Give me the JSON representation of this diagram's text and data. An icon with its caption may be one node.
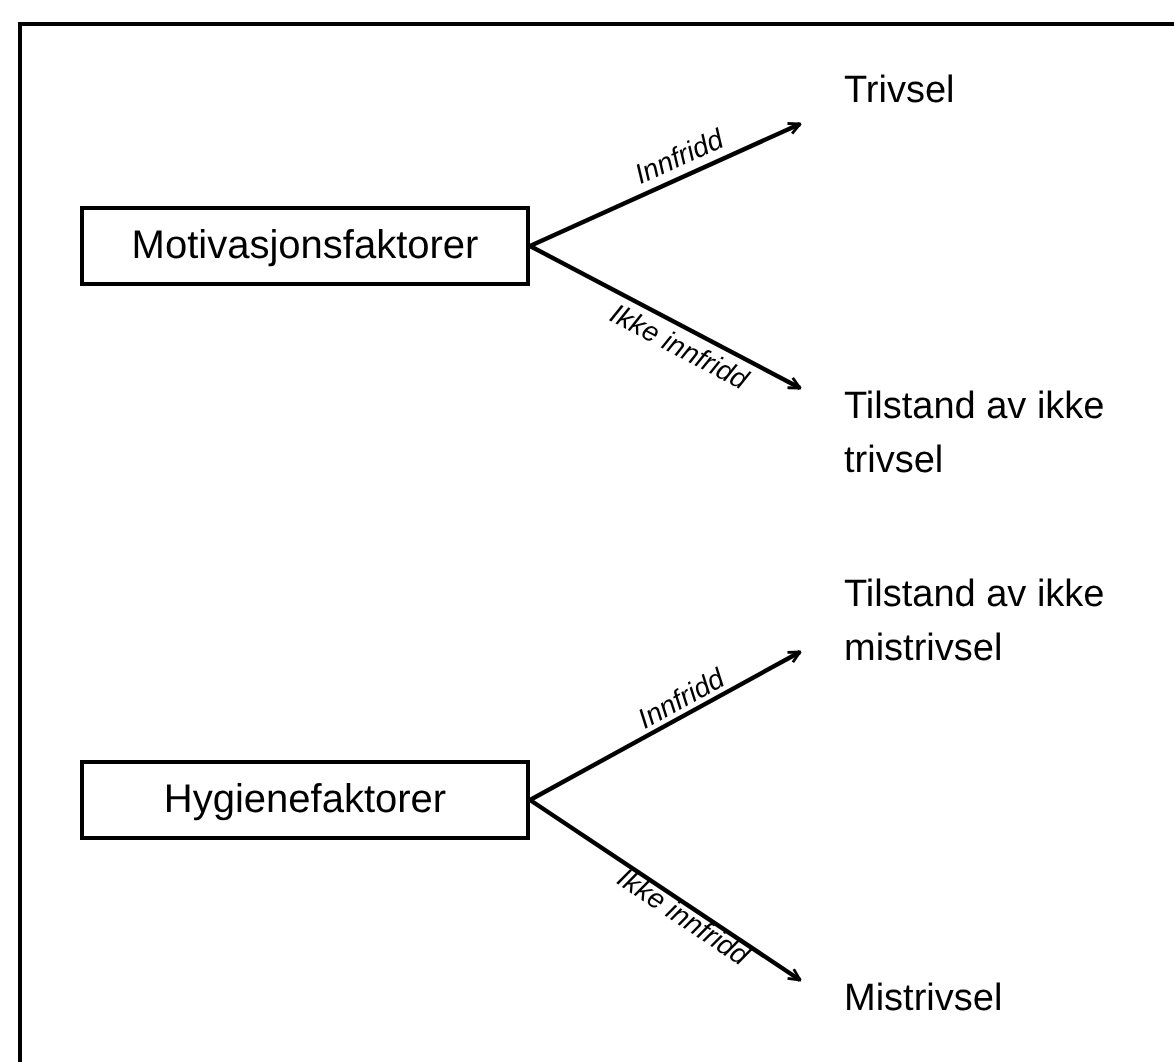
{
  "diagram": {
    "nodes": [
      {
        "text": [
          "Motivasjonsfaktorer"
        ]
      },
      {
        "text": [
          "Trivsel"
        ]
      },
      {
        "text": [
          "Tilstand av ikke trivsel"
        ]
      },
      {
        "text": [
          "Tilstand av ikke mistrivsel"
        ]
      },
      {
        "text": [
          "Hygienefaktorer"
        ]
      },
      {
        "text": [
          "Mistrivsel"
        ]
      }
    ],
    "edges": [
      {
        "from": 0,
        "to": 1,
        "arrow": "to",
        "label": "Innfridd"
      },
      {
        "from": 0,
        "to": 2,
        "arrow": "to",
        "label": "Ikke innfridd"
      },
      {
        "from": 4,
        "to": 3,
        "arrow": "to",
        "label": "Innfridd"
      },
      {
        "from": 4,
        "to": 5,
        "arrow": "to",
        "label": "Ikke innfridd"
      }
    ]
  }
}
